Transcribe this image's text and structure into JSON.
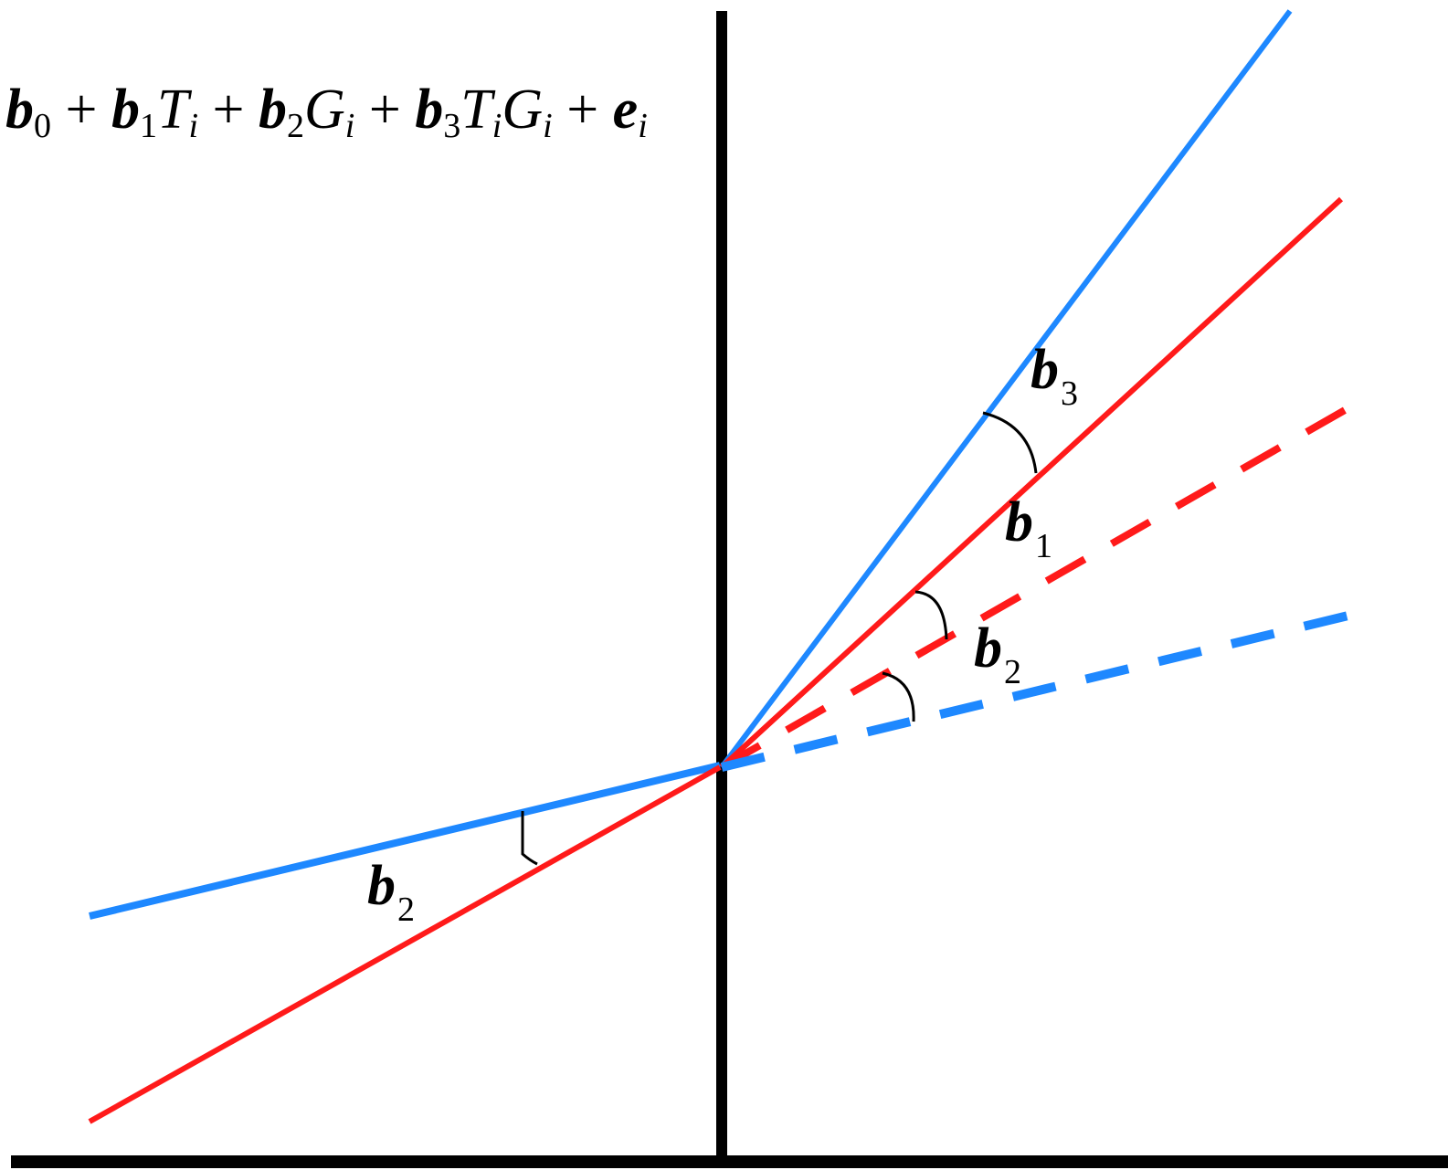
{
  "equation": {
    "b": "b",
    "e": "e",
    "plus": "+",
    "T": "T",
    "G": "G",
    "sub_i": "i",
    "sub_0": "0",
    "sub_1": "1",
    "sub_2": "2",
    "sub_3": "3"
  },
  "labels": {
    "beta3": {
      "symbol": "b",
      "subscript": "3"
    },
    "beta1": {
      "symbol": "b",
      "subscript": "1"
    },
    "beta2_right": {
      "symbol": "b",
      "subscript": "2"
    },
    "beta2_left": {
      "symbol": "b",
      "subscript": "2"
    }
  },
  "colors": {
    "axis": "#000000",
    "blue_series": "#1e88ff",
    "red_series": "#ff1a1a",
    "arc": "#000000"
  }
}
